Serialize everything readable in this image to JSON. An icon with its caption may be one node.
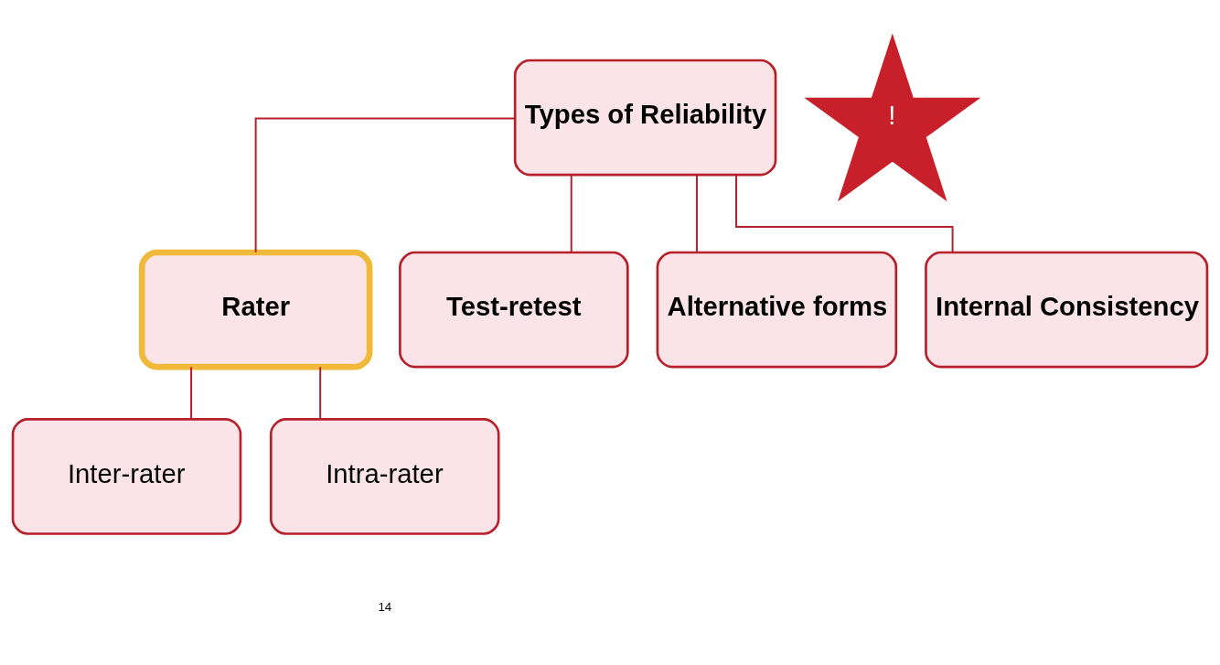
{
  "diagram": {
    "nodes": [
      {
        "text": [
          "Types of Reliability"
        ]
      },
      {
        "text": [
          "Rater"
        ]
      },
      {
        "text": [
          "Test-retest"
        ]
      },
      {
        "text": [
          "Alternative forms"
        ]
      },
      {
        "text": [
          "Internal Consistency"
        ]
      },
      {
        "text": [
          "Inter-rater"
        ]
      },
      {
        "text": [
          "Intra-rater"
        ]
      },
      {
        "text": [
          "!"
        ]
      }
    ],
    "edges": [
      {
        "from": 0,
        "to": 1,
        "arrow": "none"
      },
      {
        "from": 0,
        "to": 2,
        "arrow": "none"
      },
      {
        "from": 0,
        "to": 3,
        "arrow": "none"
      },
      {
        "from": 0,
        "to": 4,
        "arrow": "none"
      },
      {
        "from": 1,
        "to": 5,
        "arrow": "none"
      },
      {
        "from": 1,
        "to": 6,
        "arrow": "none"
      }
    ],
    "labels": [
      "14"
    ]
  }
}
